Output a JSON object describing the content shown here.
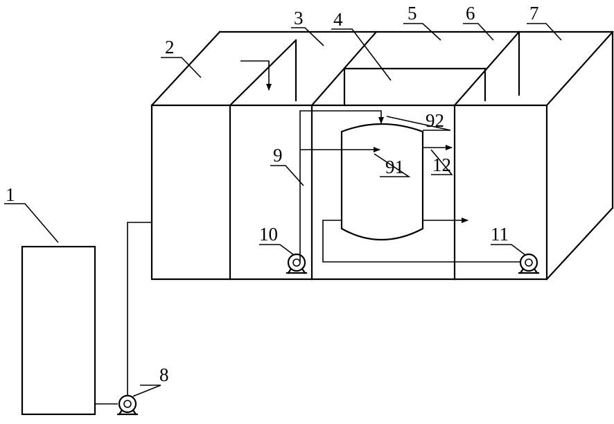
{
  "labels": {
    "l1": "1",
    "l2": "2",
    "l3": "3",
    "l4": "4",
    "l5": "5",
    "l6": "6",
    "l7": "7",
    "l8": "8",
    "l9": "9",
    "l10": "10",
    "l11": "11",
    "l12": "12",
    "l91": "91",
    "l92": "92"
  },
  "colors": {
    "line": "#000000",
    "background": "#ffffff"
  }
}
